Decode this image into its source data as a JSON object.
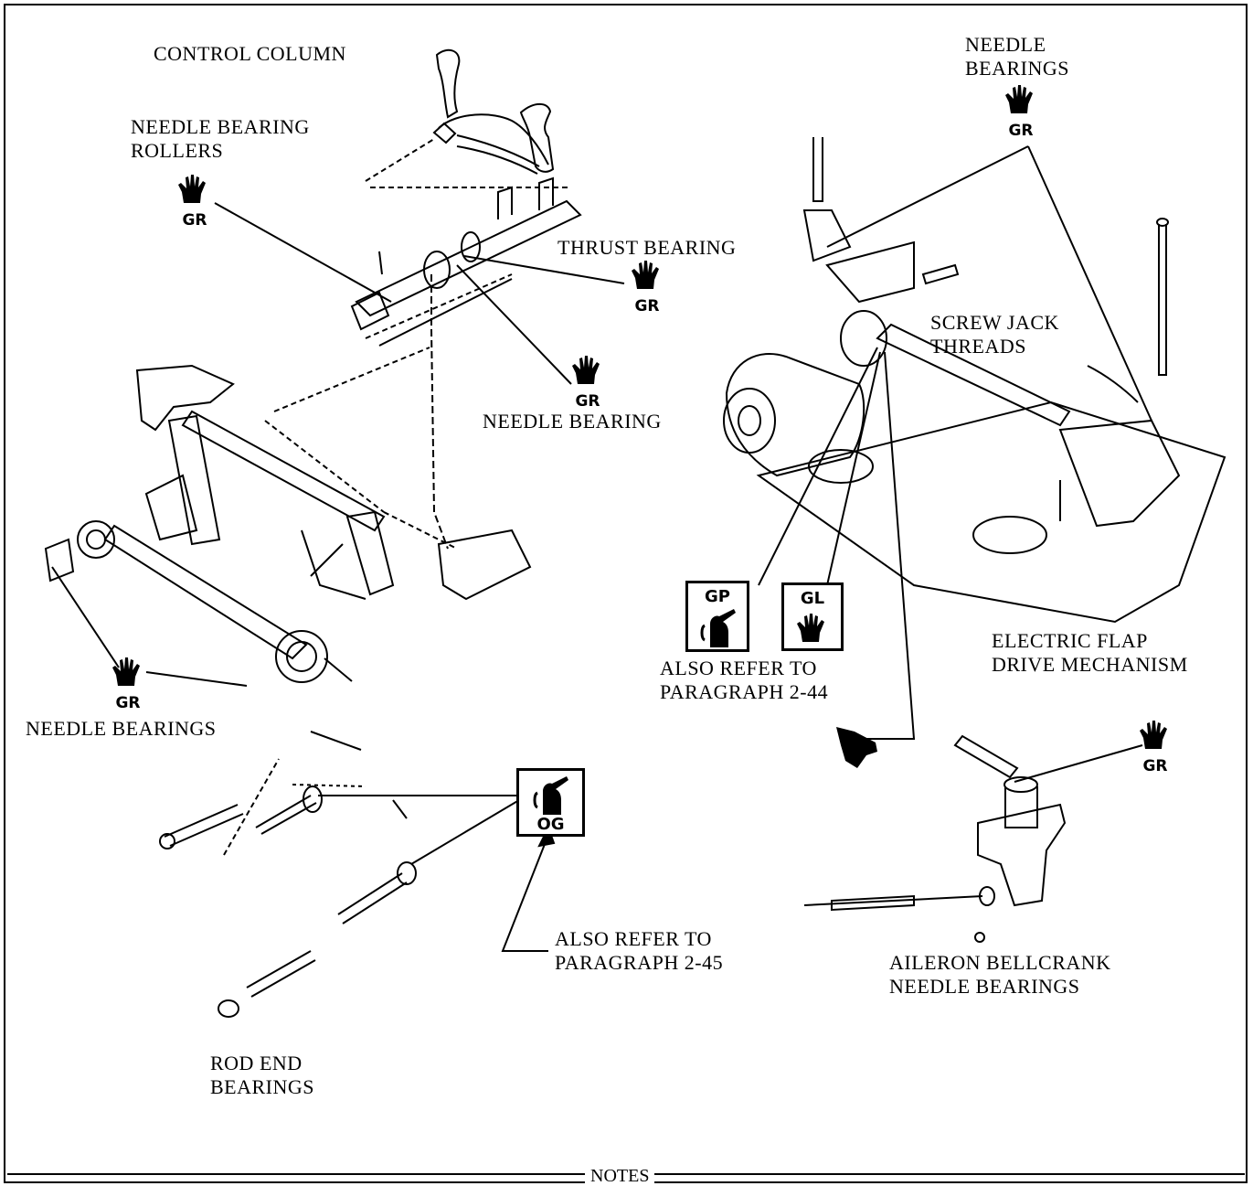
{
  "labels": {
    "control_column": "CONTROL COLUMN",
    "needle_bearing_rollers": "NEEDLE BEARING\nROLLERS",
    "thrust_bearing": "THRUST BEARING",
    "needle_bearing": "NEEDLE BEARING",
    "needle_bearings_left": "NEEDLE BEARINGS",
    "needle_bearings_top_right": "NEEDLE\nBEARINGS",
    "screw_jack_threads": "SCREW JACK\nTHREADS",
    "electric_flap_drive": "ELECTRIC FLAP\nDRIVE MECHANISM",
    "also_refer_2_44": "ALSO REFER TO\nPARAGRAPH 2-44",
    "also_refer_2_45": "ALSO REFER TO\nPARAGRAPH 2-45",
    "aileron_bellcrank": "AILERON BELLCRANK\nNEEDLE BEARINGS",
    "rod_end_bearings": "ROD END\nBEARINGS",
    "notes": "NOTES"
  },
  "badges": {
    "gr": "GR",
    "gp": "GP",
    "gl": "GL",
    "og": "OG"
  },
  "legend_icons": {
    "hand": "hand-grease-icon",
    "oil_can": "oil-can-icon",
    "pointing_hand": "pointing-hand-icon"
  }
}
